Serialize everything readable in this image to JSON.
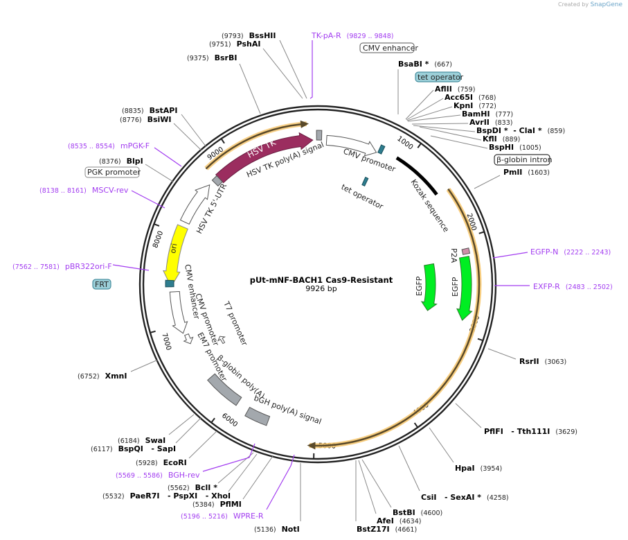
{
  "credit": {
    "prefix": "Created by",
    "brand": "SnapGene"
  },
  "plasmid": {
    "name": "pUt-mNF-BACH1 Cas9-Resistant",
    "length": "9926 bp"
  },
  "ticks": [
    "1000",
    "2000",
    "3000",
    "4000",
    "5000",
    "6000",
    "7000",
    "8000",
    "9000"
  ],
  "enzymes": [
    {
      "name": "BssHII",
      "pos": "(9793)"
    },
    {
      "name": "PshAI",
      "pos": "(9751)"
    },
    {
      "name": "BsrBI",
      "pos": "(9375)"
    },
    {
      "name": "BstAPI",
      "pos": "(8835)"
    },
    {
      "name": "BsiWI",
      "pos": "(8776)"
    },
    {
      "name": "BlpI",
      "pos": "(8376)"
    },
    {
      "name": "XmnI",
      "pos": "(6752)"
    },
    {
      "name": "SwaI",
      "pos": "(6184)"
    },
    {
      "name": "BspQI   - SapI",
      "pos": "(6117)"
    },
    {
      "name": "EcoRI",
      "pos": "(5928)"
    },
    {
      "name": "BclI *",
      "pos": "(5562)"
    },
    {
      "name": "PaeR7I   - PspXI   - XhoI",
      "pos": "(5532)"
    },
    {
      "name": "PflMI",
      "pos": "(5384)"
    },
    {
      "name": "NotI",
      "pos": "(5136)"
    },
    {
      "name": "BsaBI *",
      "pos": "(667)"
    },
    {
      "name": "AflII",
      "pos": "(759)"
    },
    {
      "name": "Acc65I",
      "pos": "(768)"
    },
    {
      "name": "KpnI",
      "pos": "(772)"
    },
    {
      "name": "BamHI",
      "pos": "(777)"
    },
    {
      "name": "AvrII",
      "pos": "(833)"
    },
    {
      "name": "BspDI *  - ClaI *",
      "pos": "(859)"
    },
    {
      "name": "KflI",
      "pos": "(889)"
    },
    {
      "name": "BspHI",
      "pos": "(1005)"
    },
    {
      "name": "PmlI",
      "pos": "(1603)"
    },
    {
      "name": "RsrII",
      "pos": "(3063)"
    },
    {
      "name": "PflFI   - Tth111I",
      "pos": "(3629)"
    },
    {
      "name": "HpaI",
      "pos": "(3954)"
    },
    {
      "name": "CsiI   - SexAI *",
      "pos": "(4258)"
    },
    {
      "name": "BstBI",
      "pos": "(4600)"
    },
    {
      "name": "AfeI",
      "pos": "(4634)"
    },
    {
      "name": "BstZ17I",
      "pos": "(4661)"
    }
  ],
  "primers": [
    {
      "name": "TK-pA-R",
      "range": "(9829 .. 9848)"
    },
    {
      "name": "mPGK-F",
      "range": "(8535 .. 8554)"
    },
    {
      "name": "MSCV-rev",
      "range": "(8138 .. 8161)"
    },
    {
      "name": "pBR322ori-F",
      "range": "(7562 .. 7581)"
    },
    {
      "name": "BGH-rev",
      "range": "(5569 .. 5586)"
    },
    {
      "name": "WPRE-R",
      "range": "(5196 .. 5216)"
    },
    {
      "name": "EGFP-N",
      "range": "(2222 .. 2243)"
    },
    {
      "name": "EXFP-R",
      "range": "(2483 .. 2502)"
    }
  ],
  "boxed_features": {
    "cmv_enhancer": "CMV enhancer",
    "tet_operator": "tet operator",
    "beta_globin_intron": "β-globin intron",
    "pgk_promoter": "PGK promoter",
    "frt": "FRT"
  },
  "features": {
    "hsv_tk": "HSV TK",
    "hsv_tk_polya": "HSV TK poly(A) signal",
    "hsv_tk_utr": "HSV TK 5'-UTR",
    "ori": "ori",
    "cmv_promoter": "CMV promoter",
    "tet_operator_inner": "tet operator",
    "kozak": "Kozak sequence",
    "p2a": "P2A",
    "egfp_outer": "EGFP",
    "egfp_inner": "EGFP",
    "cmv_enhancer_inner": "CMV enhancer",
    "cmv_promoter_inner": "CMV promoter",
    "em7": "EM7 promoter",
    "t7": "T7 promoter",
    "beta_globin_polya": "β-globin poly(A)",
    "bgh_polya": "bGH poly(A) signal"
  },
  "colors": {
    "backbone": "#222222",
    "hsv_tk": "#9b2d5f",
    "ori": "#ffff00",
    "egfp": "#00ee22",
    "orf_highlight": "#f7c56a",
    "primer": "#a23cf0",
    "teal": "#2e7d8f",
    "gray_feature": "#a3a8ad",
    "p2a": "#d08fa8",
    "boxed_teal": "#9ccfd8"
  }
}
